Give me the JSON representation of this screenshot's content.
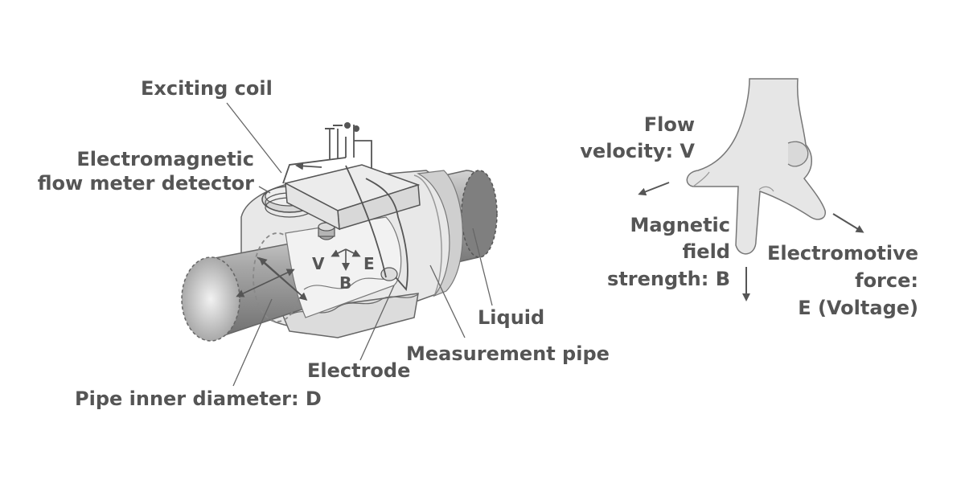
{
  "meter": {
    "exciting_coil": "Exciting coil",
    "detector_line1": "Electromagnetic",
    "detector_line2": "flow meter detector",
    "liquid": "Liquid",
    "measurement_pipe": "Measurement pipe",
    "electrode": "Electrode",
    "pipe_inner_diameter": "Pipe inner diameter: D",
    "vector_v": "V",
    "vector_b": "B",
    "vector_e": "E"
  },
  "hand_rule": {
    "flow_line1": "Flow",
    "flow_line2": "velocity: V",
    "magnetic_line1": "Magnetic",
    "magnetic_line2": "field",
    "magnetic_line3": "strength: B",
    "emf_line1": "Electromotive",
    "emf_line2": "force:",
    "emf_line3": "E (Voltage)"
  },
  "colors": {
    "text": "#555555",
    "line": "#555555",
    "fill_light": "#e6e6e6",
    "fill_mid": "#cfcfcf",
    "pipe_dark": "#8c8c8c"
  }
}
